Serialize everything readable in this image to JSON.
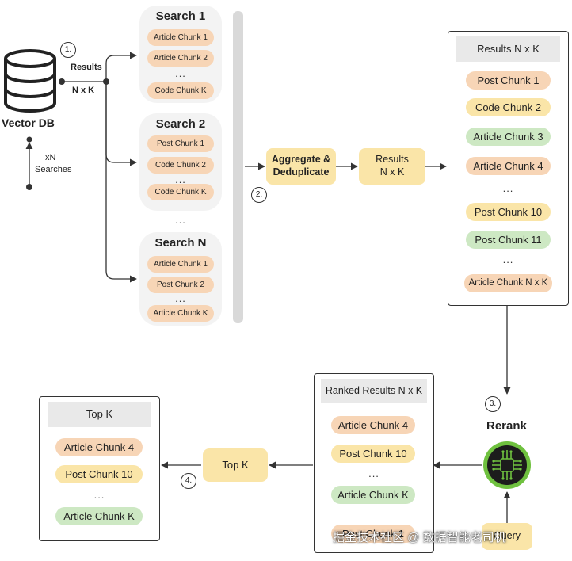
{
  "vector_db": {
    "label": "Vector DB",
    "loop_label_1": "xN",
    "loop_label_2": "Searches"
  },
  "results_label": {
    "line1": "Results",
    "line2": "N x K"
  },
  "steps": [
    "1.",
    "2.",
    "3.",
    "4."
  ],
  "searches": [
    {
      "title": "Search 1",
      "chunks": [
        {
          "label": "Article Chunk 1",
          "color": "orange"
        },
        {
          "label": "Article Chunk 2",
          "color": "orange"
        },
        {
          "label": "...",
          "color": "dots"
        },
        {
          "label": "Code Chunk K",
          "color": "orange"
        }
      ]
    },
    {
      "title": "Search 2",
      "chunks": [
        {
          "label": "Post Chunk 1",
          "color": "orange"
        },
        {
          "label": "Code Chunk 2",
          "color": "orange"
        },
        {
          "label": "...",
          "color": "dots"
        },
        {
          "label": "Code Chunk K",
          "color": "orange"
        }
      ]
    },
    {
      "title": "Search N",
      "chunks": [
        {
          "label": "Article Chunk 1",
          "color": "orange"
        },
        {
          "label": "Post Chunk 2",
          "color": "orange"
        },
        {
          "label": "...",
          "color": "dots"
        },
        {
          "label": "Article Chunk K",
          "color": "orange"
        }
      ]
    }
  ],
  "search_ellipsis": "...",
  "aggregate": {
    "line1": "Aggregate &",
    "line2": "Deduplicate"
  },
  "results_box": {
    "line1": "Results",
    "line2": "N x K"
  },
  "results_panel": {
    "title": "Results N x K",
    "items": [
      {
        "label": "Post Chunk 1",
        "color": "orange"
      },
      {
        "label": "Code Chunk 2",
        "color": "yellow"
      },
      {
        "label": "Article Chunk 3",
        "color": "green"
      },
      {
        "label": "Article Chunk 4",
        "color": "orange"
      },
      {
        "label": "...",
        "color": "dots"
      },
      {
        "label": "Post Chunk 10",
        "color": "yellow"
      },
      {
        "label": "Post Chunk 11",
        "color": "green"
      },
      {
        "label": "...",
        "color": "dots"
      },
      {
        "label": "Article Chunk N x K",
        "color": "orange"
      }
    ]
  },
  "rerank": {
    "label": "Rerank"
  },
  "ranked_panel": {
    "title": "Ranked Results N x K",
    "items": [
      {
        "label": "Article Chunk 4",
        "color": "orange"
      },
      {
        "label": "Post Chunk 10",
        "color": "yellow"
      },
      {
        "label": "...",
        "color": "dots"
      },
      {
        "label": "Article Chunk K",
        "color": "green"
      },
      {
        "label": "Post Chunk 1",
        "color": "orange"
      }
    ]
  },
  "topk_box": {
    "label": "Top K"
  },
  "topk_panel": {
    "title": "Top K",
    "items": [
      {
        "label": "Article Chunk 4",
        "color": "orange"
      },
      {
        "label": "Post Chunk 10",
        "color": "yellow"
      },
      {
        "label": "...",
        "color": "dots"
      },
      {
        "label": "Article Chunk K",
        "color": "green"
      }
    ]
  },
  "query_box": {
    "label": "Query"
  },
  "colors": {
    "orange": "#f7d5b6",
    "yellow": "#fae5a8",
    "green": "#cde8c3",
    "chip_green": "#6fc13f",
    "line": "#333333"
  },
  "watermark": "掘金技术社区 @ 数据智能老司机"
}
